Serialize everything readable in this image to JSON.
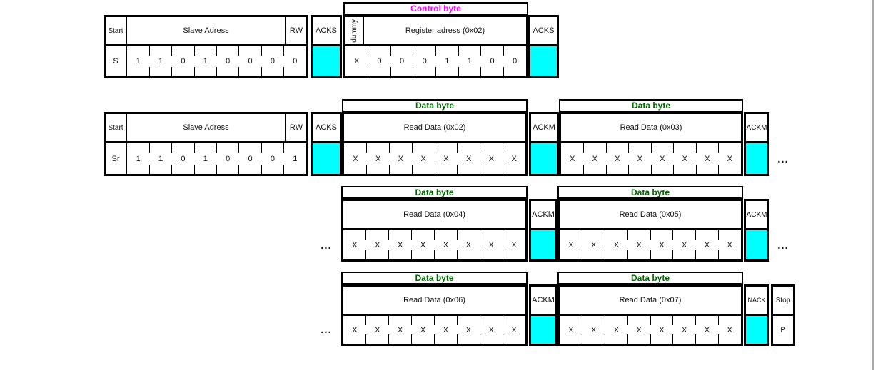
{
  "colors": {
    "ack_fill": "#00ffff",
    "control_label_text": "#ff00ff",
    "data_label_text": "#006400",
    "line": "#000000"
  },
  "frames": {
    "frame1": {
      "control_label": "Control byte",
      "start_header": "Start",
      "start_bit": "S",
      "slave_header": "Slave Adress",
      "rw_header": "RW",
      "slave_bits": [
        "1",
        "1",
        "0",
        "1",
        "0",
        "0",
        "0",
        "0"
      ],
      "acks_header": "ACKS",
      "dummy_header": "dummy",
      "register_header": "Register adress (0x02)",
      "register_bits": [
        "X",
        "0",
        "0",
        "0",
        "1",
        "1",
        "0",
        "0"
      ],
      "acks2_header": "ACKS"
    },
    "frame2": {
      "start_header": "Start",
      "start_bit": "Sr",
      "slave_header": "Slave Adress",
      "rw_header": "RW",
      "slave_bits": [
        "1",
        "1",
        "0",
        "1",
        "0",
        "0",
        "0",
        "1"
      ],
      "acks_header": "ACKS",
      "data1_label": "Data byte",
      "data1_header": "Read Data (0x02)",
      "data1_bits": [
        "X",
        "X",
        "X",
        "X",
        "X",
        "X",
        "X",
        "X"
      ],
      "ackm1_header": "ACKM",
      "data2_label": "Data byte",
      "data2_header": "Read Data (0x03)",
      "data2_bits": [
        "X",
        "X",
        "X",
        "X",
        "X",
        "X",
        "X",
        "X"
      ],
      "ackm2_header": "ACKM",
      "ellipsis_right": "..."
    },
    "frame3": {
      "ellipsis_left": "...",
      "data1_label": "Data byte",
      "data1_header": "Read Data (0x04)",
      "data1_bits": [
        "X",
        "X",
        "X",
        "X",
        "X",
        "X",
        "X",
        "X"
      ],
      "ackm1_header": "ACKM",
      "data2_label": "Data byte",
      "data2_header": "Read Data (0x05)",
      "data2_bits": [
        "X",
        "X",
        "X",
        "X",
        "X",
        "X",
        "X",
        "X"
      ],
      "ackm2_header": "ACKM",
      "ellipsis_right": "..."
    },
    "frame4": {
      "ellipsis_left": "...",
      "data1_label": "Data byte",
      "data1_header": "Read Data (0x06)",
      "data1_bits": [
        "X",
        "X",
        "X",
        "X",
        "X",
        "X",
        "X",
        "X"
      ],
      "ackm1_header": "ACKM",
      "data2_label": "Data byte",
      "data2_header": "Read Data (0x07)",
      "data2_bits": [
        "X",
        "X",
        "X",
        "X",
        "X",
        "X",
        "X",
        "X"
      ],
      "nack_header": "NACK",
      "stop_header": "Stop",
      "stop_bit": "P"
    }
  }
}
